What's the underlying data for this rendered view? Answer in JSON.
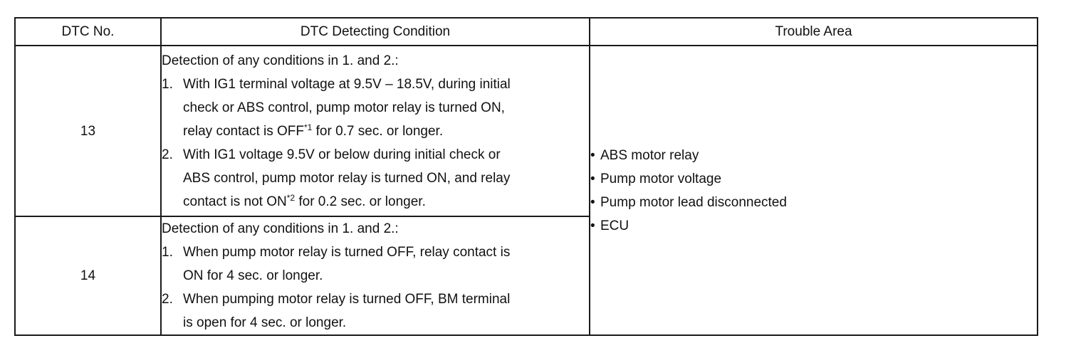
{
  "table": {
    "headers": {
      "dtc_no": "DTC No.",
      "condition": "DTC Detecting Condition",
      "trouble_area": "Trouble Area"
    },
    "rows": [
      {
        "code": "13",
        "intro": "Detection of any conditions in 1. and 2.:",
        "items": [
          {
            "num": "1.",
            "lines": [
              "With IG1 terminal voltage at 9.5V – 18.5V, during initial",
              "check or ABS control, pump motor relay is turned ON,",
              "relay contact is OFF"
            ],
            "note_mark": "*1",
            "note_tail": " for 0.7 sec. or longer."
          },
          {
            "num": "2.",
            "lines": [
              "With IG1 voltage 9.5V or below during initial check or",
              "ABS control, pump motor relay is turned ON, and relay",
              "contact is not ON"
            ],
            "note_mark": "*2",
            "note_tail": " for 0.2 sec. or longer."
          }
        ]
      },
      {
        "code": "14",
        "intro": "Detection of any conditions in 1. and 2.:",
        "items": [
          {
            "num": "1.",
            "lines": [
              "When pump motor relay is turned OFF, relay contact is",
              "ON for 4 sec. or longer."
            ]
          },
          {
            "num": "2.",
            "lines": [
              "When pumping motor relay is turned OFF, BM terminal",
              "is open for 4 sec. or longer."
            ]
          }
        ]
      }
    ],
    "trouble_areas": {
      "bullet": "•",
      "items": [
        "ABS motor relay",
        "Pump motor voltage",
        "Pump motor lead disconnected",
        "ECU"
      ]
    }
  }
}
